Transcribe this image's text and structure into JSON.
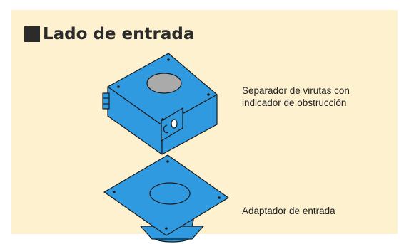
{
  "title": "Lado de entrada",
  "items": [
    {
      "label_line1": "Separador de virutas con",
      "label_line2": "indicador de obstrucción",
      "icon": "chip-separator-box"
    },
    {
      "label_line1": "Adaptador de entrada",
      "icon": "inlet-adapter"
    }
  ],
  "colors": {
    "background": "#fdf1d0",
    "component_blue": "#2f9adf",
    "outline": "#1a1a1a",
    "window_gray": "#aaaaaa"
  }
}
